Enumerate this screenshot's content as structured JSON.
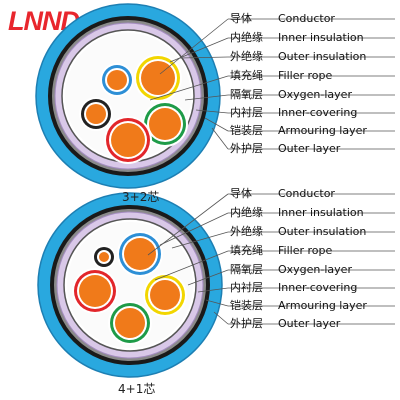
{
  "brand": {
    "logo_text": "LNND",
    "logo_color": "#e8262d"
  },
  "layers": [
    {
      "zh": "导体",
      "en": "Conductor"
    },
    {
      "zh": "内绝缘",
      "en": "Inner insulation"
    },
    {
      "zh": "外绝缘",
      "en": "Outer insulation"
    },
    {
      "zh": "填充绳",
      "en": "Filler rope"
    },
    {
      "zh": "隔氧层",
      "en": "Oxygen-layer"
    },
    {
      "zh": "内衬层",
      "en": "Inner-covering"
    },
    {
      "zh": "铠装层",
      "en": "Armouring layer"
    },
    {
      "zh": "外护层",
      "en": "Outer layer"
    }
  ],
  "diagrams": [
    {
      "caption": "3+2芯"
    },
    {
      "caption": "4+1芯"
    }
  ],
  "colors": {
    "outer_sheath": "#29a8df",
    "armour": "#1a1a1a",
    "inner_covering": "#d9c8e8",
    "oxygen_layer": "#ffffff",
    "conductor": "#f07a1a",
    "core_red": "#e2262b",
    "core_yellow": "#f2d600",
    "core_green": "#1e9b48",
    "core_blue": "#2d8fd6",
    "core_black": "#222222"
  }
}
